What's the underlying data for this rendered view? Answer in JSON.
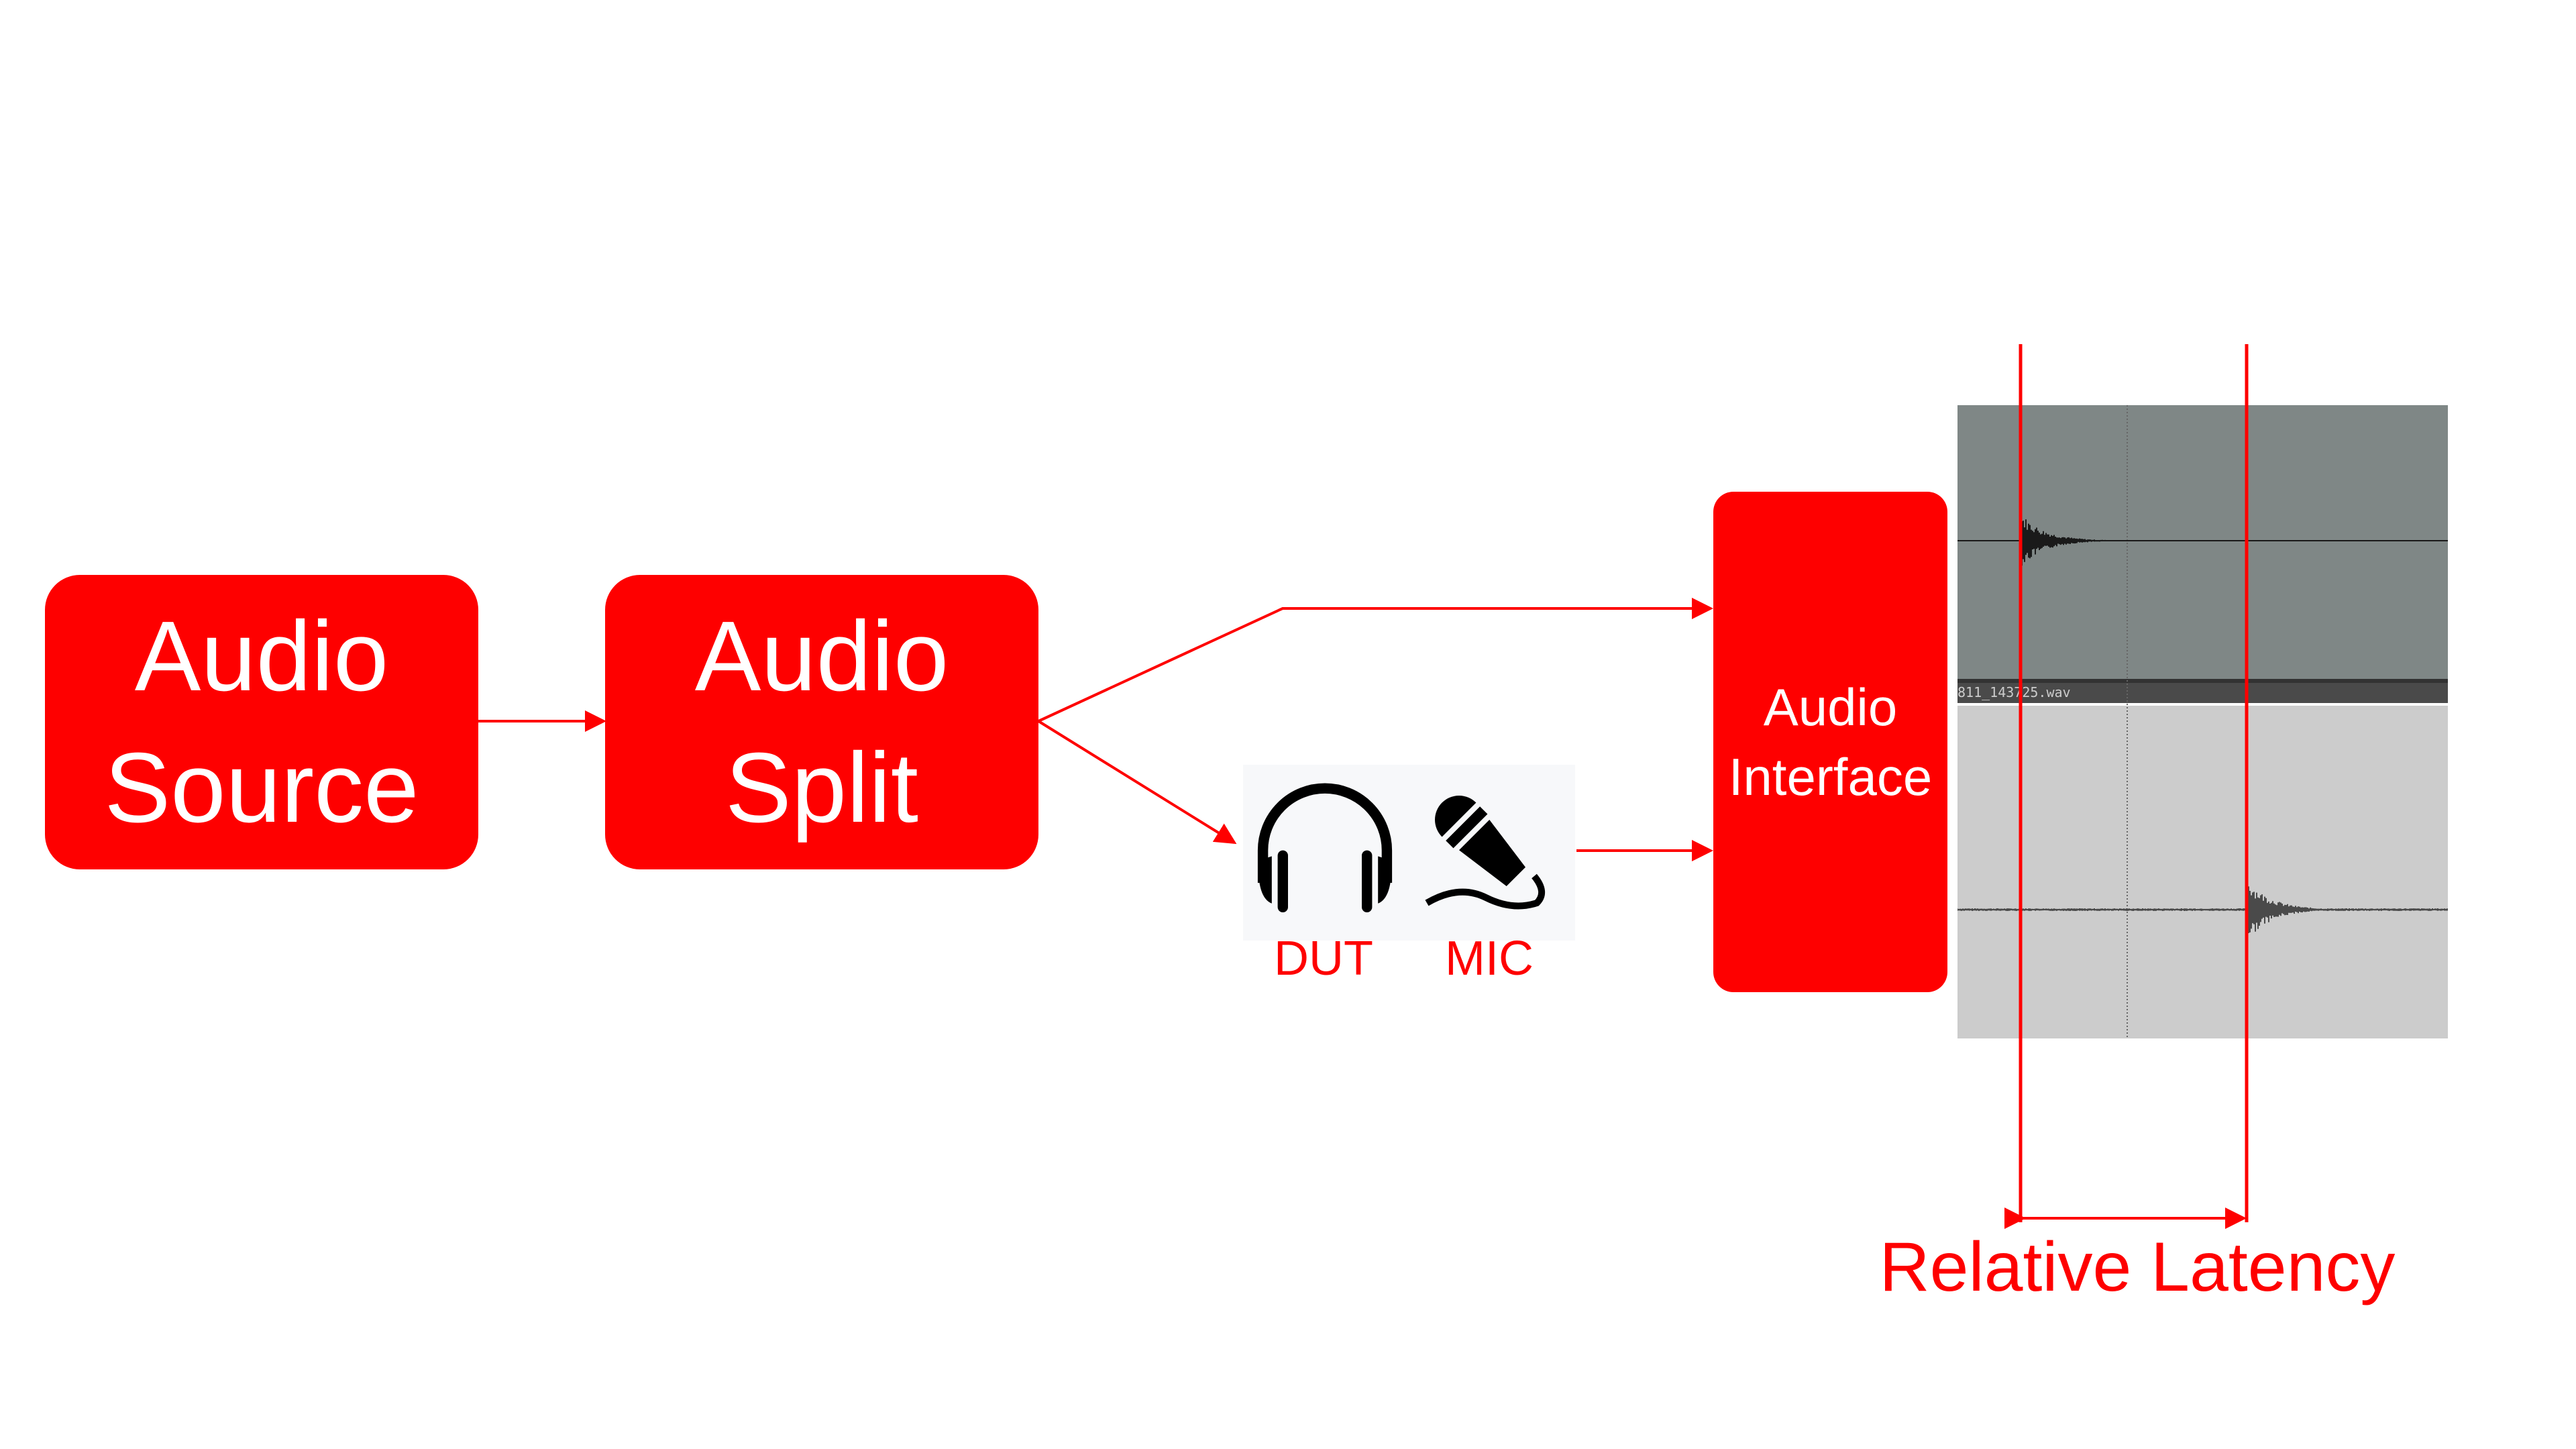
{
  "blocks": {
    "source": [
      "Audio",
      "Source"
    ],
    "split": [
      "Audio",
      "Split"
    ],
    "interface": [
      "Audio",
      "Interface"
    ]
  },
  "devices": {
    "dut": "DUT",
    "mic": "MIC"
  },
  "waveform": {
    "filename": "811_143725.wav"
  },
  "measurement": {
    "label": "Relative Latency"
  },
  "colors": {
    "accent": "#fe0000",
    "top_track": "#7f8786",
    "bottom_track": "#cccccc"
  }
}
